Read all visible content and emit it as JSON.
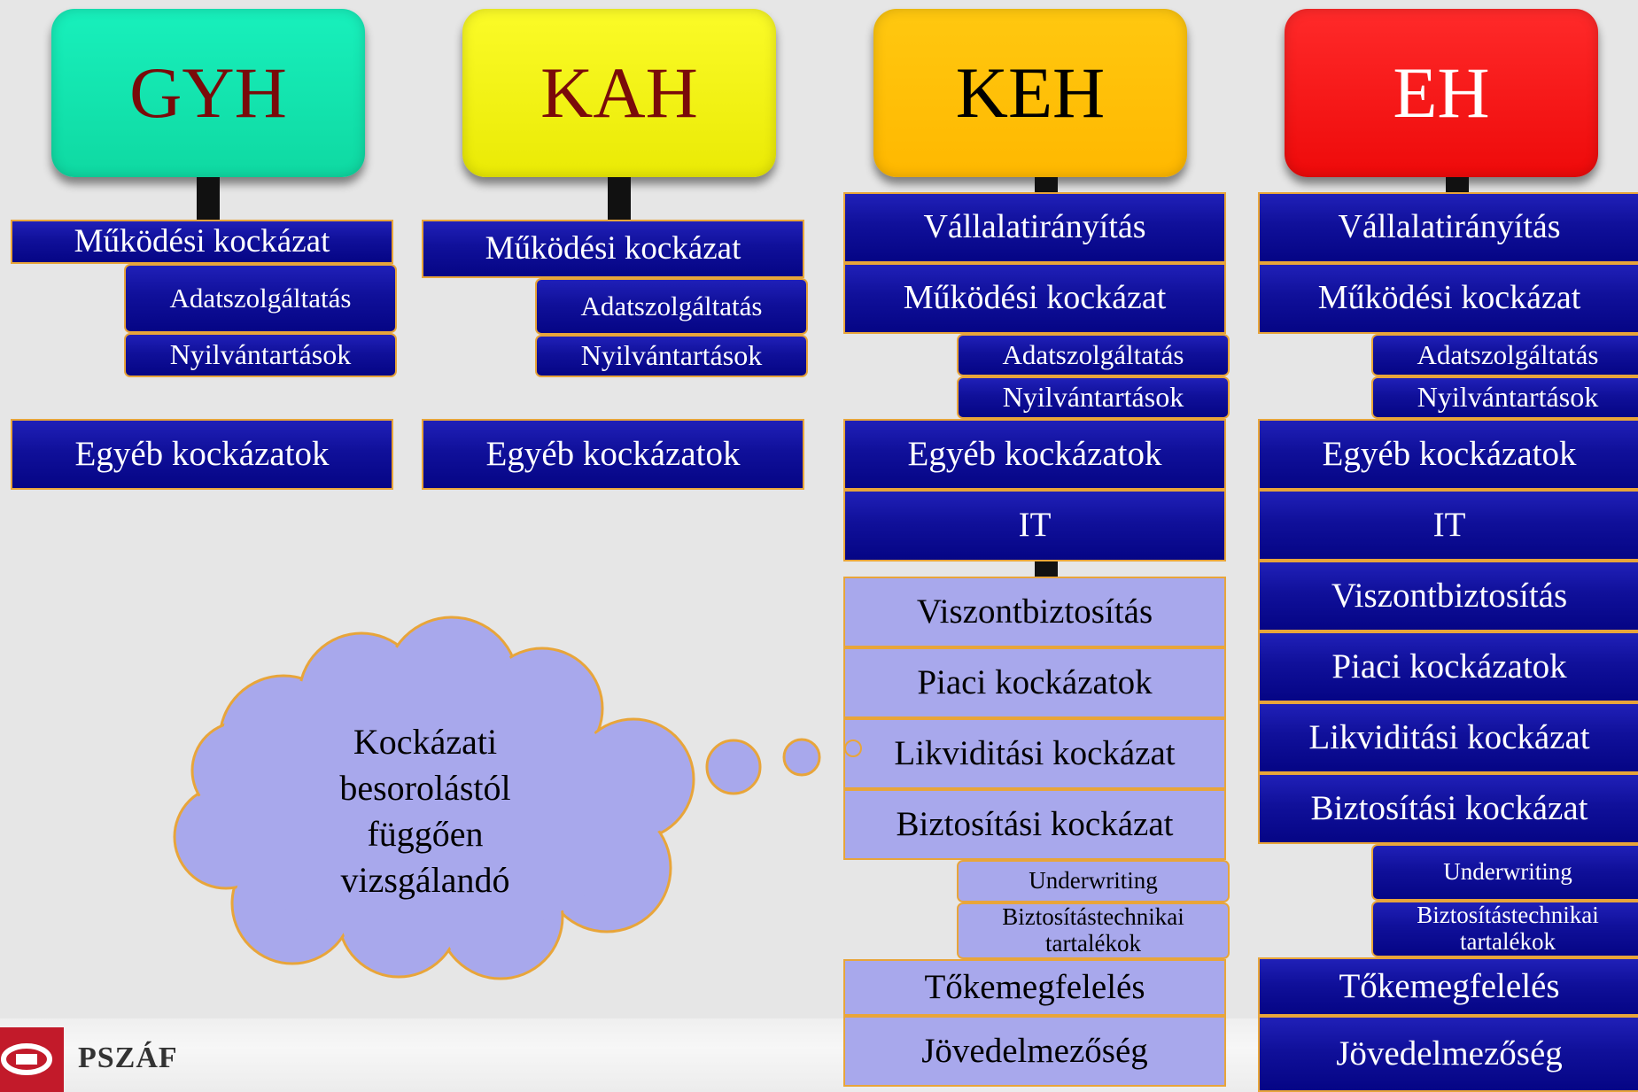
{
  "columns": [
    {
      "header": "GYH",
      "header_color": "#14e8b0",
      "header_text_color": "#7a0a0a",
      "main_items": [
        "Működési kockázat"
      ],
      "sub_items": [
        "Adatszolgáltatás",
        "Nyilvántartások"
      ],
      "other_items": [
        "Egyéb kockázatok"
      ]
    },
    {
      "header": "KAH",
      "header_color": "#f4f412",
      "header_text_color": "#7a0a0a",
      "main_items": [
        "Működési kockázat"
      ],
      "sub_items": [
        "Adatszolgáltatás",
        "Nyilvántartások"
      ],
      "other_items": [
        "Egyéb kockázatok"
      ]
    },
    {
      "header": "KEH",
      "header_color": "#ffc000",
      "header_text_color": "#000000",
      "items": [
        "Vállalatirányítás",
        "Működési kockázat"
      ],
      "sub_items": [
        "Adatszolgáltatás",
        "Nyilvántartások"
      ],
      "more_items": [
        "Egyéb kockázatok",
        "IT"
      ],
      "conditional_items": [
        "Viszontbiztosítás",
        "Piaci kockázatok",
        "Likviditási kockázat",
        "Biztosítási kockázat"
      ],
      "insurance_sub_items": [
        "Underwriting",
        "Biztosítástechnikai tartalékok"
      ],
      "tail_items": [
        "Tőkemegfelelés",
        "Jövedelmezőség"
      ]
    },
    {
      "header": "EH",
      "header_color": "#ff1a1a",
      "header_text_color": "#ffffff",
      "items": [
        "Vállalatirányítás",
        "Működési kockázat"
      ],
      "sub_items": [
        "Adatszolgáltatás",
        "Nyilvántartások"
      ],
      "more_items": [
        "Egyéb kockázatok",
        "IT",
        "Viszontbiztosítás",
        "Piaci kockázatok",
        "Likviditási kockázat",
        "Biztosítási kockázat"
      ],
      "insurance_sub_items": [
        "Underwriting",
        "Biztosítástechnikai tartalékok"
      ],
      "tail_items": [
        "Tőkemegfelelés",
        "Jövedelmezőség"
      ]
    }
  ],
  "cloud": {
    "lines": [
      "Kockázati",
      "besorolástól",
      "függően",
      "vizsgálandó"
    ],
    "fill": "#a8a8ec",
    "stroke": "#e8a53a"
  },
  "footer": {
    "logo_text": "PSZÁF",
    "logo_color": "#c21a2a"
  }
}
